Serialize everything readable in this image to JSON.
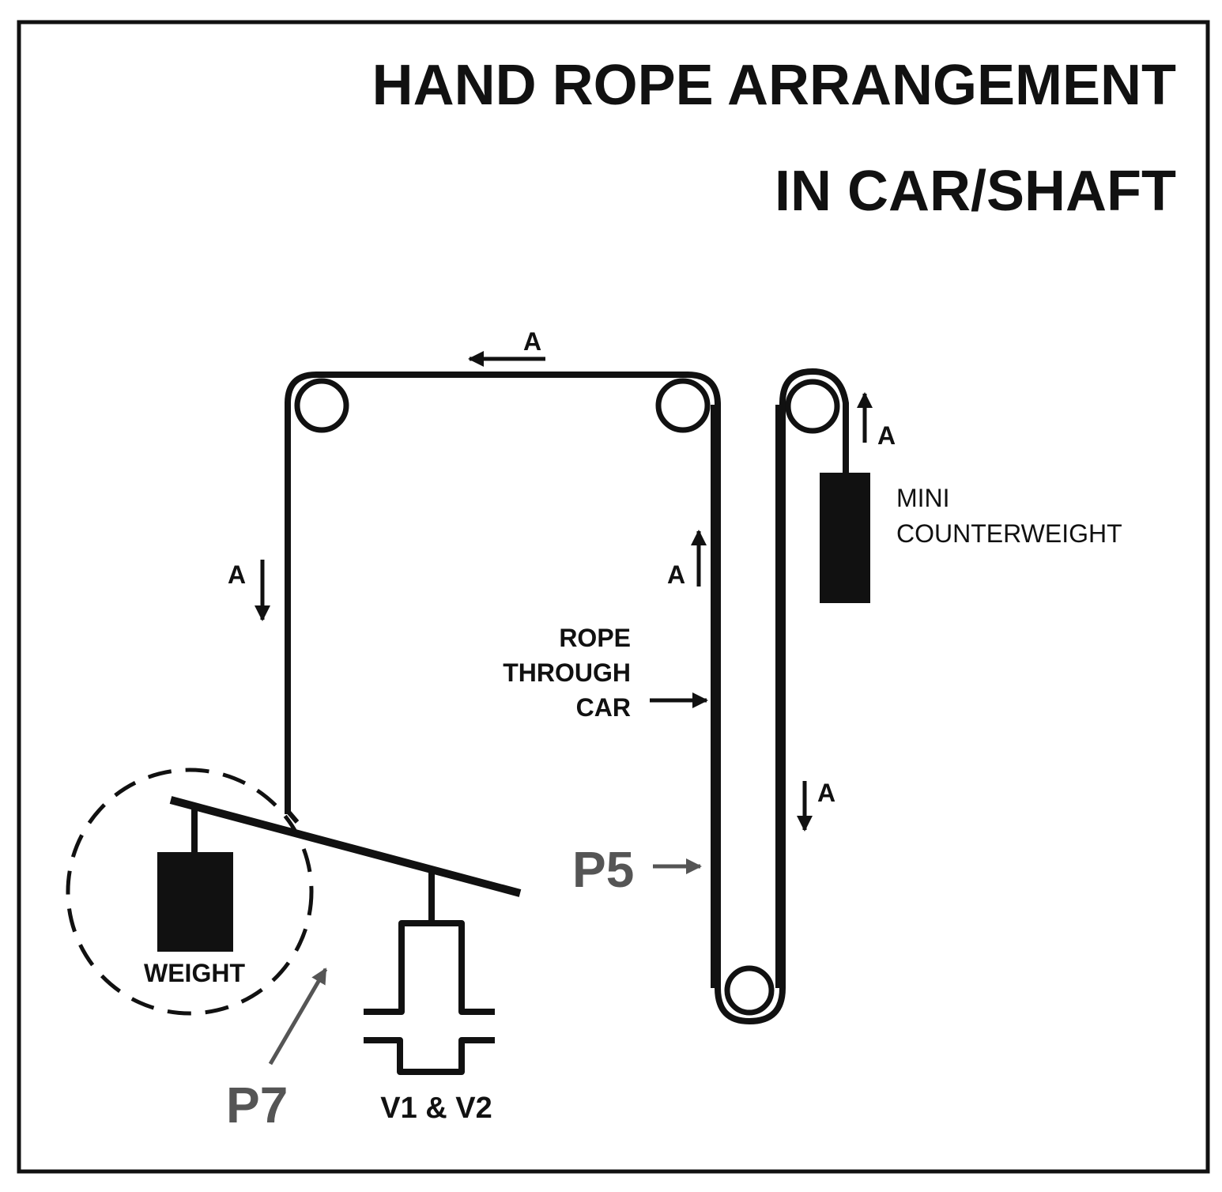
{
  "title": {
    "line1": "HAND ROPE ARRANGEMENT",
    "line2": "IN CAR/SHAFT"
  },
  "labels": {
    "arrow_a": "A",
    "mini_cw_line1": "MINI",
    "mini_cw_line2": "COUNTERWEIGHT",
    "rope_line1": "ROPE",
    "rope_line2": "THROUGH",
    "rope_line3": "CAR",
    "weight": "WEIGHT",
    "valves": "V1 & V2",
    "p5": "P5",
    "p7": "P7"
  },
  "colors": {
    "ink": "#111111",
    "callout_grey": "#555555",
    "background": "#ffffff"
  }
}
